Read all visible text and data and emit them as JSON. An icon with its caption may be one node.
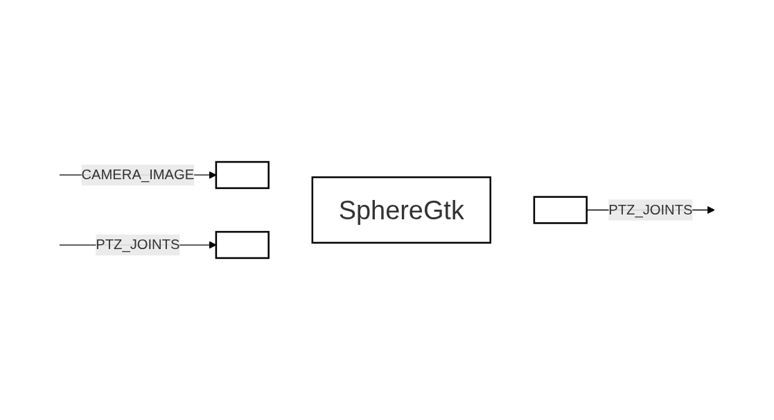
{
  "diagram": {
    "nodes": [
      {
        "text": [
          "SphereGtk"
        ]
      },
      {
        "text": [],
        "shape": "box"
      },
      {
        "text": [],
        "shape": "box"
      },
      {
        "text": [],
        "shape": "box"
      }
    ],
    "edges": [
      {
        "from": null,
        "to": 1,
        "arrow": "to",
        "label": "CAMERA_IMAGE"
      },
      {
        "from": null,
        "to": 2,
        "arrow": "to",
        "label": "PTZ_JOINTS"
      },
      {
        "from": 3,
        "to": null,
        "arrow": "to",
        "label": "PTZ_JOINTS"
      }
    ]
  }
}
